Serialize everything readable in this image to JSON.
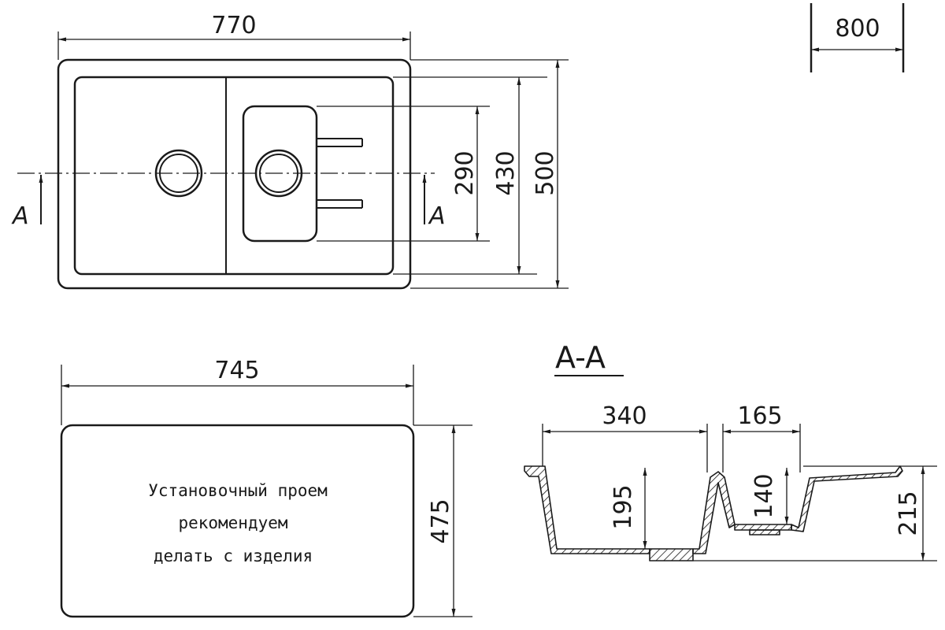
{
  "top_view": {
    "overall_width": "770",
    "overall_depth": "500",
    "inner_depth": "430",
    "small_bowl_depth": "290",
    "cabinet_size": "800",
    "section_marker": "A"
  },
  "cutout_view": {
    "width": "745",
    "depth": "475",
    "note": [
      "Установочный проем",
      "рекомендуем",
      "делать с изделия"
    ]
  },
  "section_view": {
    "title": "A-A",
    "large_bowl_width": "340",
    "small_bowl_width": "165",
    "large_bowl_depth": "195",
    "small_bowl_depth": "140",
    "total_height": "215"
  }
}
